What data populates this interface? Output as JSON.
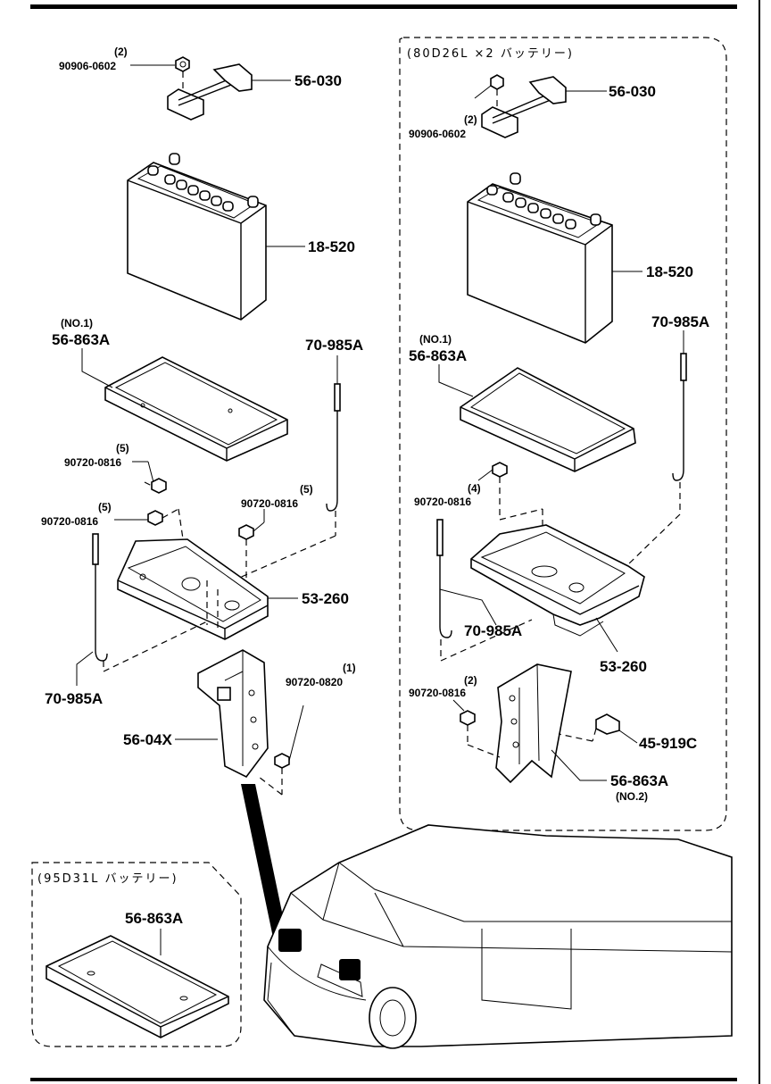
{
  "left_group": {
    "bolt_top_qty": "(2)",
    "bolt_top_part": "90906-0602",
    "holder": "56-030",
    "battery": "18-520",
    "tray_no": "(NO.1)",
    "tray": "56-863A",
    "rod_right": "70-985A",
    "bolt_a_qty": "(5)",
    "bolt_a_part": "90720-0816",
    "bolt_b_qty": "(5)",
    "bolt_b_part": "90720-0816",
    "bolt_c_qty": "(5)",
    "bolt_c_part": "90720-0816",
    "carrier": "53-260",
    "rod_left": "70-985A",
    "bolt_d_qty": "(1)",
    "bolt_d_part": "90720-0820",
    "bracket": "56-04X"
  },
  "right_group": {
    "header": "(80D26L ×2 バッテリー)",
    "holder": "56-030",
    "bolt_top_qty": "(2)",
    "bolt_top_part": "90906-0602",
    "battery": "18-520",
    "rod_right": "70-985A",
    "tray_no": "(NO.1)",
    "tray": "56-863A",
    "bolt_a_qty": "(4)",
    "bolt_a_part": "90720-0816",
    "rod_left": "70-985A",
    "carrier": "53-260",
    "bolt_b_qty": "(2)",
    "bolt_b_part": "90720-0816",
    "clip": "45-919C",
    "bracket": "56-863A",
    "bracket_no": "(NO.2)"
  },
  "bottom_group": {
    "header": "(95D31L バッテリー)",
    "tray": "56-863A"
  }
}
